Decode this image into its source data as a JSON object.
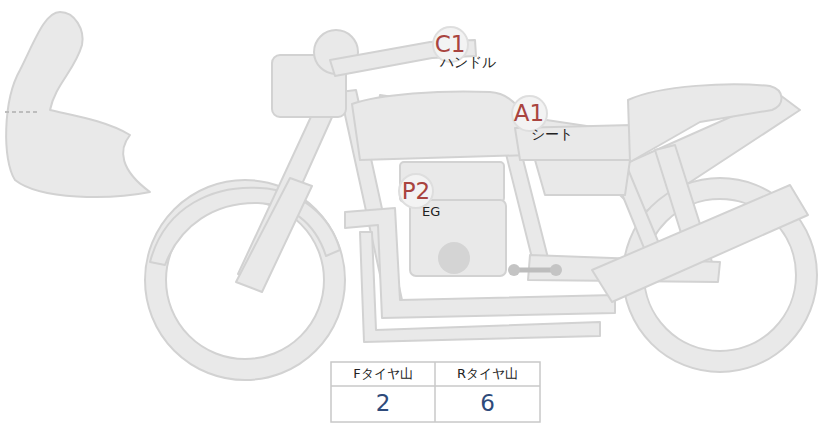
{
  "diagram": {
    "nodes": [
      {
        "text": [
          "C1"
        ]
      },
      {
        "text": [
          "A1"
        ]
      },
      {
        "text": [
          "P2"
        ]
      }
    ],
    "labels": [
      "ハンドル",
      "シート",
      "EG",
      "Fタイヤ山",
      "Rタイヤ山",
      "2",
      "6"
    ]
  }
}
